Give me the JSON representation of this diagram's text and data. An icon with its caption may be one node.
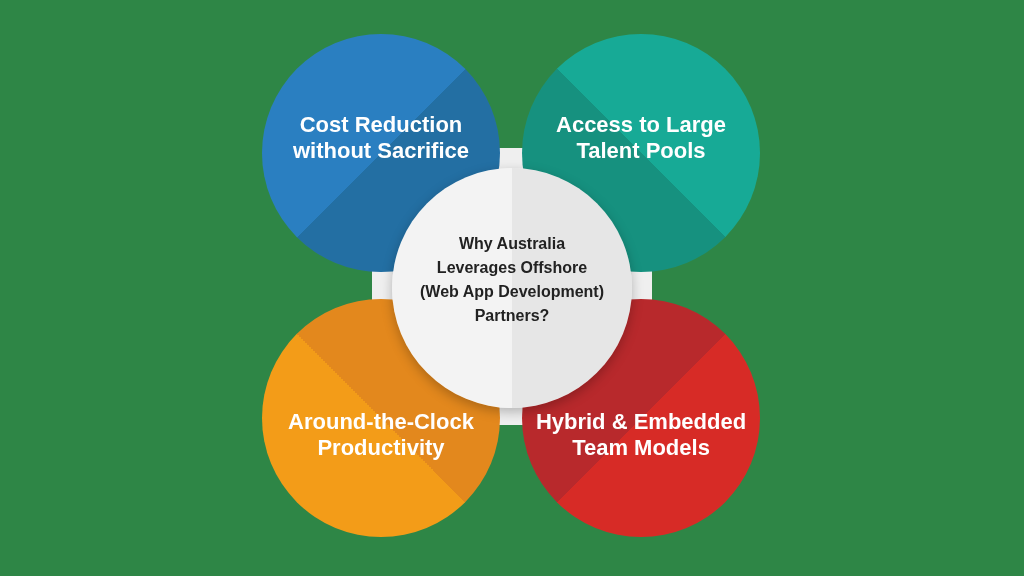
{
  "diagram": {
    "nodes": [
      {
        "text": [
          "Cost Reduction without Sacrifice"
        ]
      },
      {
        "text": [
          "Access to Large Talent Pools"
        ]
      },
      {
        "text": [
          "Why Australia Leverages Offshore (Web App Development) Partners?"
        ]
      },
      {
        "text": [
          "Around-the-Clock Productivity"
        ]
      },
      {
        "text": [
          "Hybrid & Embedded Team Models"
        ]
      }
    ]
  }
}
